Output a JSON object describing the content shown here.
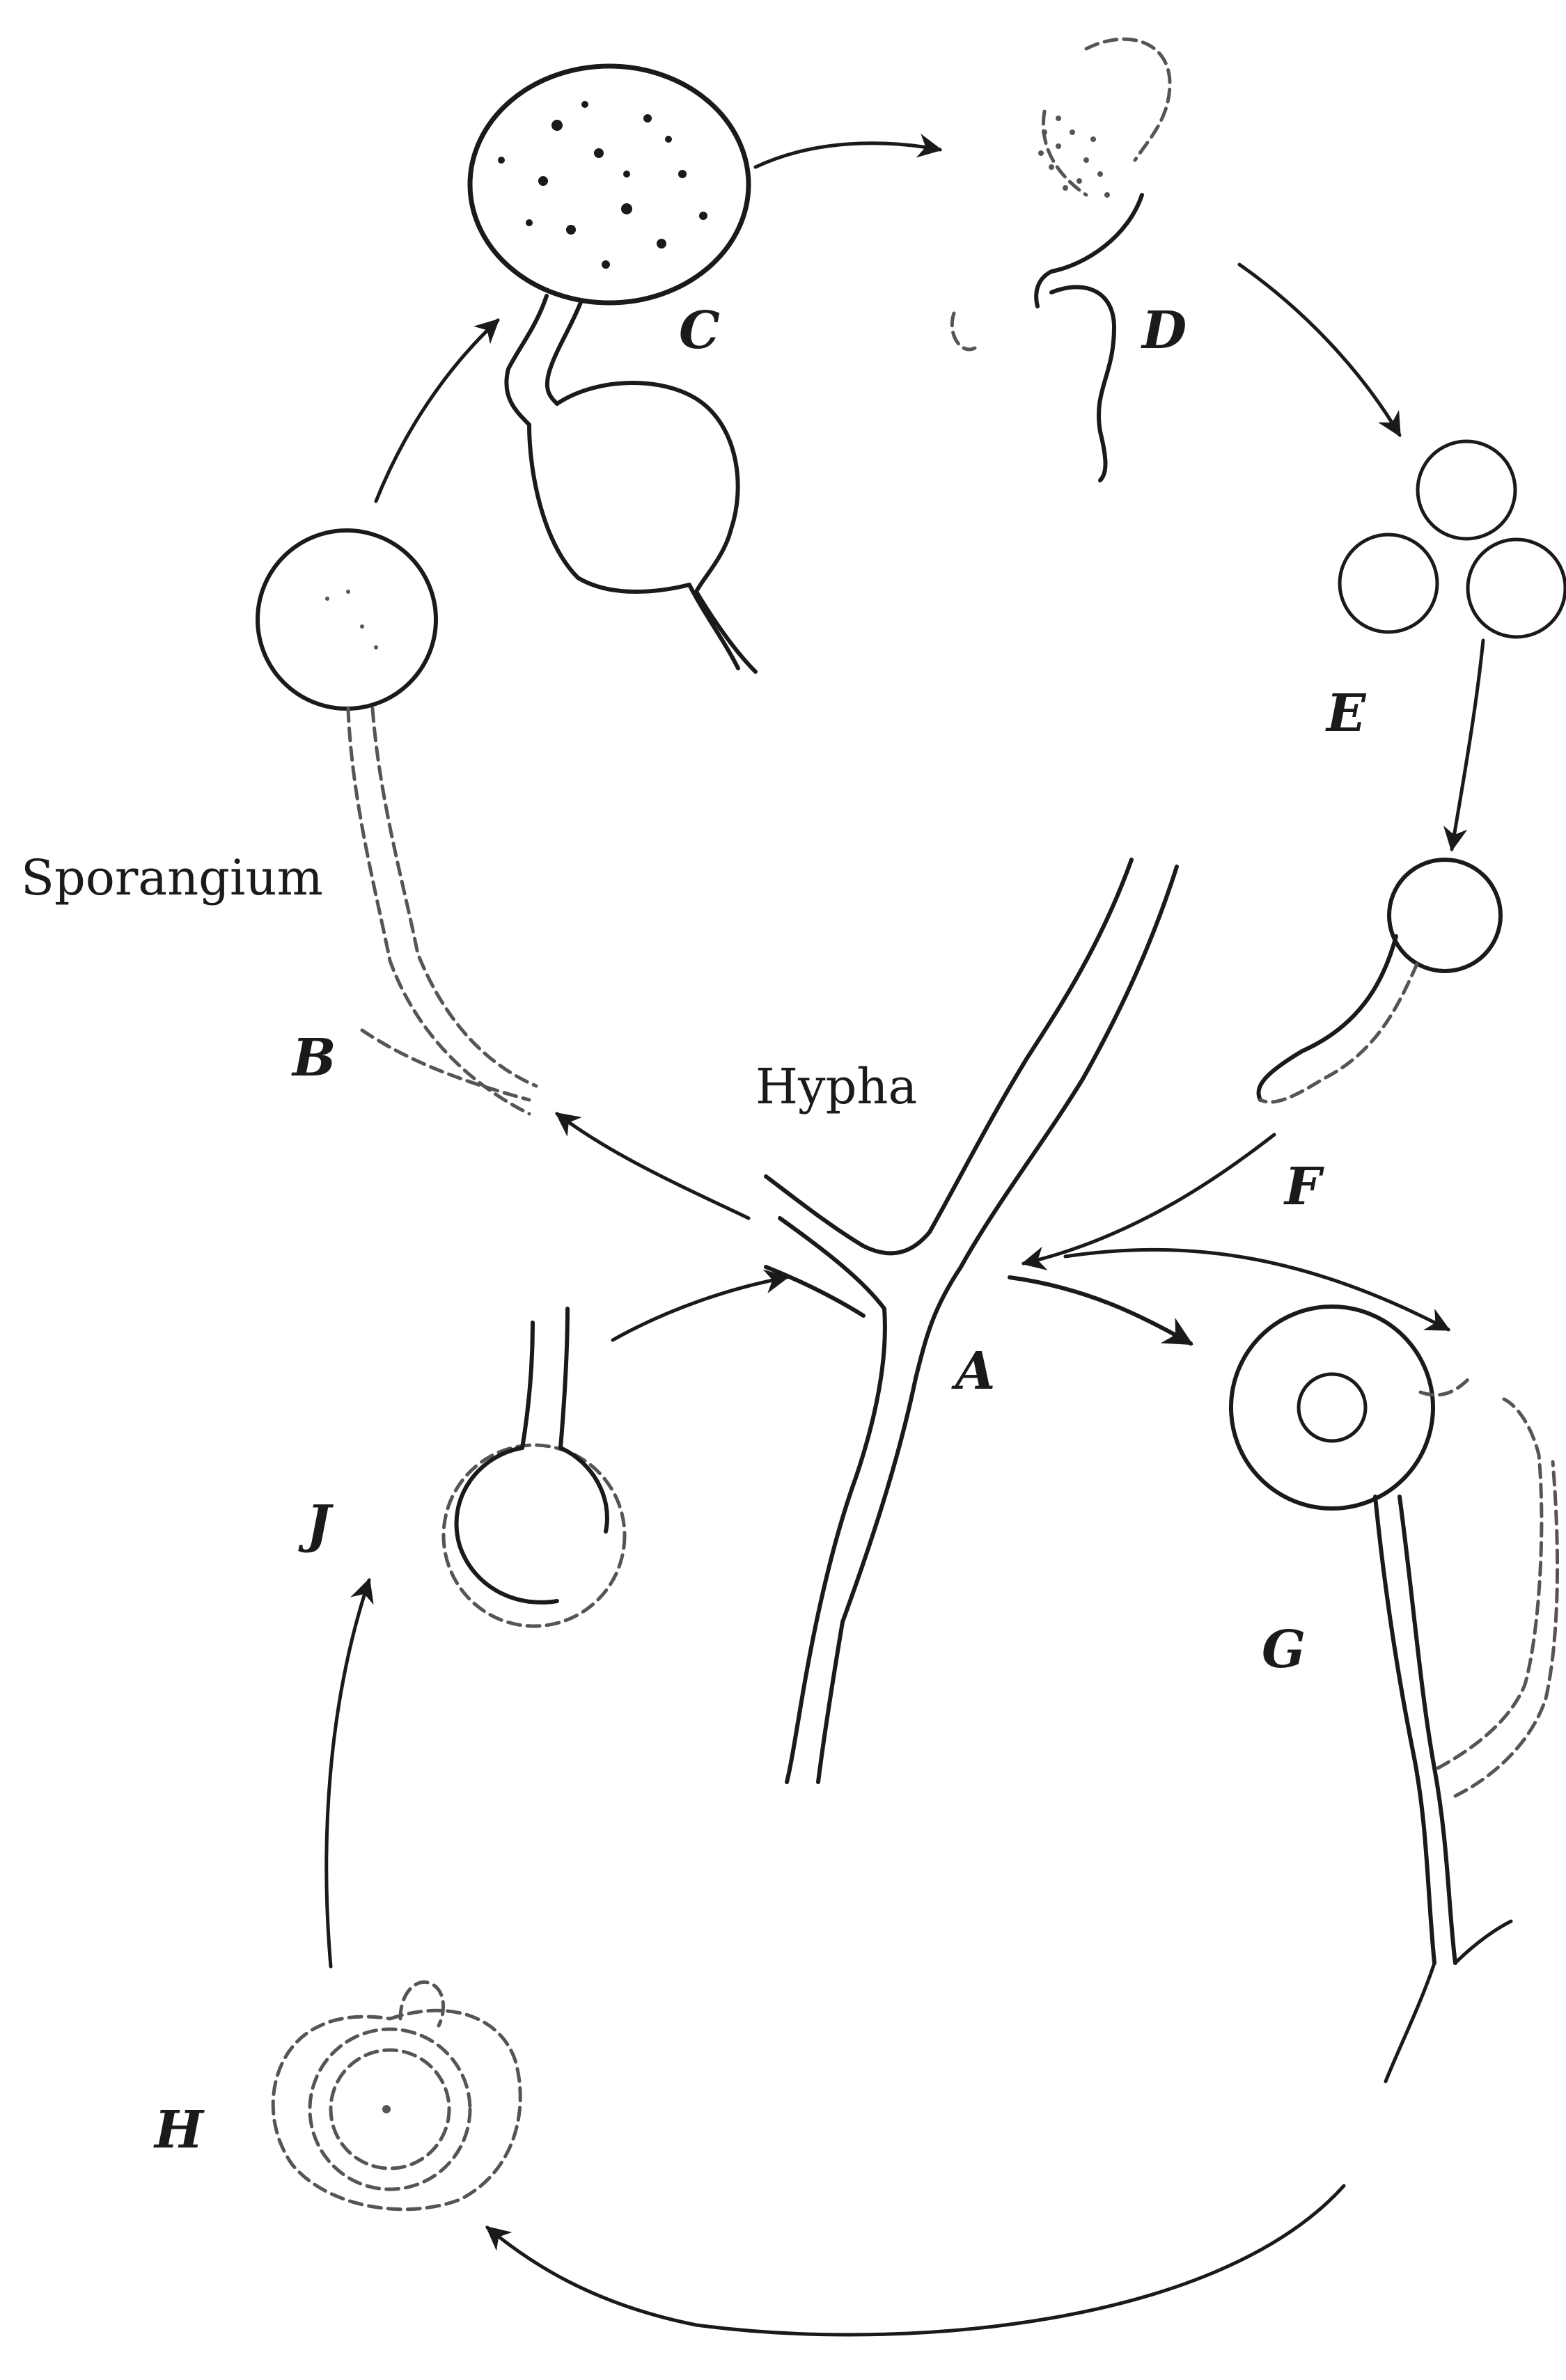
{
  "labels": {
    "a": "A",
    "b": "B",
    "c": "C",
    "d": "D",
    "e": "E",
    "f": "F",
    "g": "G",
    "h": "H",
    "j": "J",
    "sporangium": "Sporangium",
    "hypha": "Hypha"
  },
  "colors": {
    "ink": "#1a1a1a",
    "background": "#ffffff"
  }
}
